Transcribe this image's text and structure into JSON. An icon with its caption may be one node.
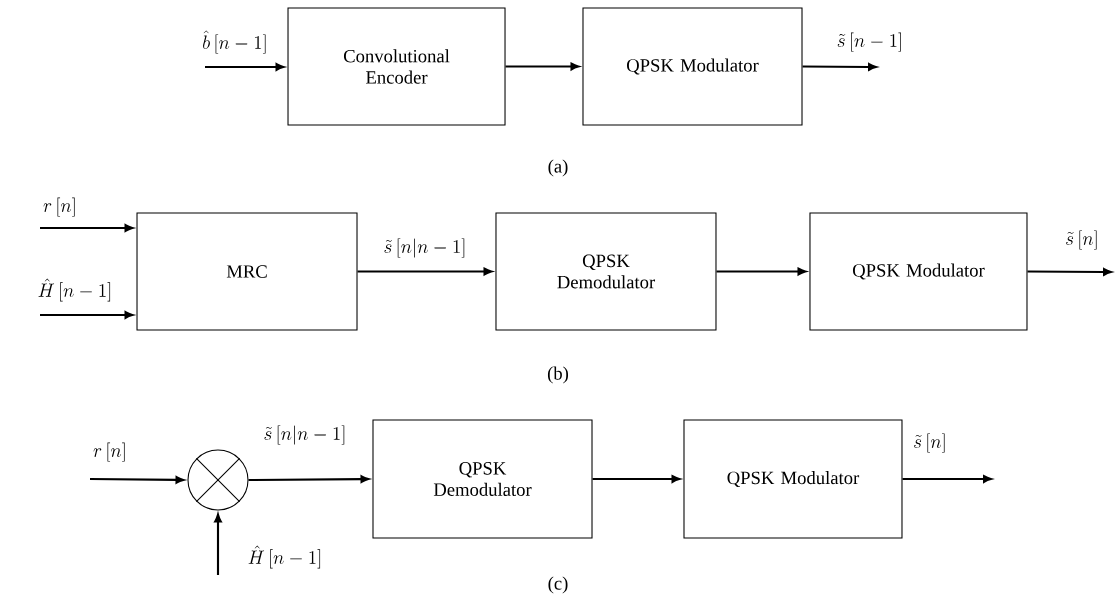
{
  "diagram": {
    "nodes": [
      {
        "text": [
          "Convolutional Encoder"
        ]
      },
      {
        "text": [
          "QPSK Modulator"
        ]
      },
      {
        "text": [
          "MRC"
        ]
      },
      {
        "text": [
          "QPSK Demodulator"
        ]
      },
      {
        "text": [
          "QPSK Modulator"
        ]
      },
      {
        "text": [],
        "shape": "circle"
      },
      {
        "text": [
          "QPSK Demodulator"
        ]
      },
      {
        "text": [
          "QPSK Modulator"
        ]
      }
    ],
    "edges": [
      {
        "from": null,
        "to": 0,
        "arrow": "to",
        "label": "\\hat{b}\\left[n-1\\right]"
      },
      {
        "from": 0,
        "to": 1,
        "arrow": "to"
      },
      {
        "from": 1,
        "to": null,
        "arrow": "to",
        "label": "\\tilde{s}\\left[n-1\\right]"
      },
      {
        "from": null,
        "to": 2,
        "arrow": "to",
        "label": "r\\left[n\\right]"
      },
      {
        "from": null,
        "to": 2,
        "arrow": "to",
        "label": "\\hat{H}\\left[n-1\\right]"
      },
      {
        "from": 2,
        "to": 3,
        "arrow": "to",
        "label": "\\tilde{s}\\left[n|n-1\\right]"
      },
      {
        "from": 3,
        "to": 4,
        "arrow": "to"
      },
      {
        "from": 4,
        "to": null,
        "arrow": "to",
        "label": "\\tilde{s}\\left[n\\right]"
      },
      {
        "from": null,
        "to": 5,
        "arrow": "to",
        "label": "r\\left[n\\right]"
      },
      {
        "from": null,
        "to": 5,
        "arrow": "to",
        "label": "\\hat{H}\\left[n-1\\right]"
      },
      {
        "from": 5,
        "to": 6,
        "arrow": "to",
        "label": "\\tilde{s}\\left[n|n-1\\right]"
      },
      {
        "from": 6,
        "to": 7,
        "arrow": "to"
      },
      {
        "from": 7,
        "to": null,
        "arrow": "to",
        "label": "\\tilde{s}\\left[n\\right]"
      }
    ],
    "labels": [
      "(a)",
      "(b)",
      "(c)"
    ]
  }
}
